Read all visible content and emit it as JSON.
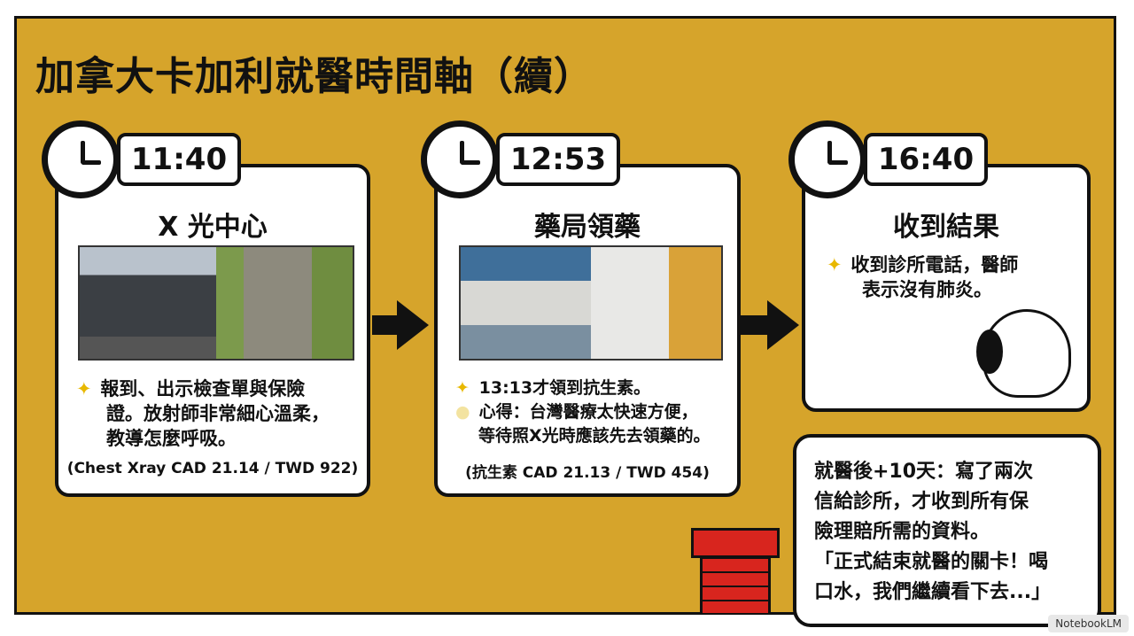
{
  "title": "加拿大卡加利就醫時間軸（續）",
  "steps": [
    {
      "time": "11:40",
      "title": "X 光中心",
      "lines": [
        "報到、出示檢查單與保險",
        "證。放射師非常細心溫柔，",
        "教導怎麼呼吸。"
      ],
      "cost": "(Chest Xray CAD 21.14 / TWD 922)"
    },
    {
      "time": "12:53",
      "title": "藥局領藥",
      "lines": [
        "13:13才領到抗生素。",
        "心得：台灣醫療太快速方便，",
        "等待照X光時應該先去領藥的。"
      ],
      "cost": "(抗生素 CAD 21.13 / TWD 454)"
    },
    {
      "time": "16:40",
      "title": "收到結果",
      "lines": [
        "收到診所電話，醫師",
        "表示沒有肺炎。"
      ]
    }
  ],
  "bubble": {
    "lines": [
      "就醫後+10天：寫了兩次",
      "信給診所，才收到所有保",
      "險理賠所需的資料。",
      "「正式結束就醫的關卡！喝",
      "口水，我們繼續看下去...」"
    ]
  },
  "watermark": "NotebookLM"
}
